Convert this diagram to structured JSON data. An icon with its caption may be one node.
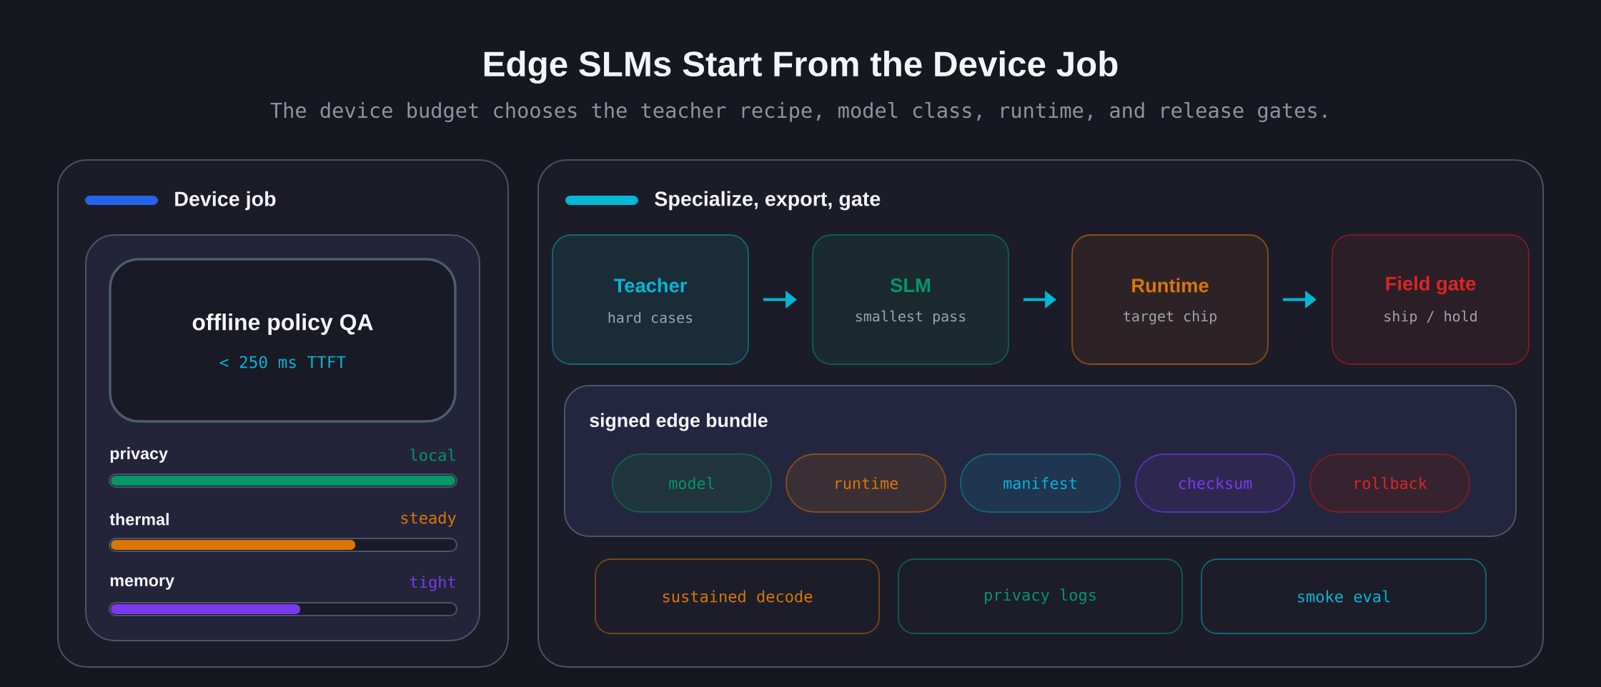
{
  "diagram": {
    "title": "Edge SLMs Start From the Device Job",
    "caption": "The device budget chooses the teacher recipe, model class, runtime, and release gates.",
    "nodes": [
      {
        "text": [
          "Device job"
        ]
      },
      {
        "text": [],
        "shape": "box",
        "in": 0
      },
      {
        "text": [
          "offline policy QA",
          "< 250 ms TTFT"
        ],
        "in": 1
      },
      {
        "text": [
          "Specialize, export, gate"
        ]
      },
      {
        "text": [
          "Teacher",
          "hard cases"
        ],
        "in": 3
      },
      {
        "text": [
          "SLM",
          "smallest pass"
        ],
        "in": 3
      },
      {
        "text": [
          "Runtime",
          "target chip"
        ],
        "in": 3
      },
      {
        "text": [
          "Field gate",
          "ship / hold"
        ],
        "in": 3
      },
      {
        "text": [
          "signed edge bundle"
        ],
        "in": 3
      },
      {
        "text": [
          "model"
        ],
        "in": 8
      },
      {
        "text": [
          "runtime"
        ],
        "in": 8
      },
      {
        "text": [
          "manifest"
        ],
        "in": 8
      },
      {
        "text": [
          "checksum"
        ],
        "in": 8
      },
      {
        "text": [
          "rollback"
        ],
        "in": 8
      },
      {
        "text": [
          "sustained decode"
        ],
        "in": 3
      },
      {
        "text": [
          "privacy logs"
        ],
        "in": 3
      },
      {
        "text": [
          "smoke eval"
        ],
        "in": 3
      }
    ],
    "edges": [
      {
        "from": 4,
        "to": 5,
        "arrow": "to"
      },
      {
        "from": 5,
        "to": 6,
        "arrow": "to"
      },
      {
        "from": 6,
        "to": 7,
        "arrow": "to"
      }
    ],
    "labels": [
      "privacy",
      "local",
      "thermal",
      "steady",
      "memory",
      "tight"
    ]
  }
}
